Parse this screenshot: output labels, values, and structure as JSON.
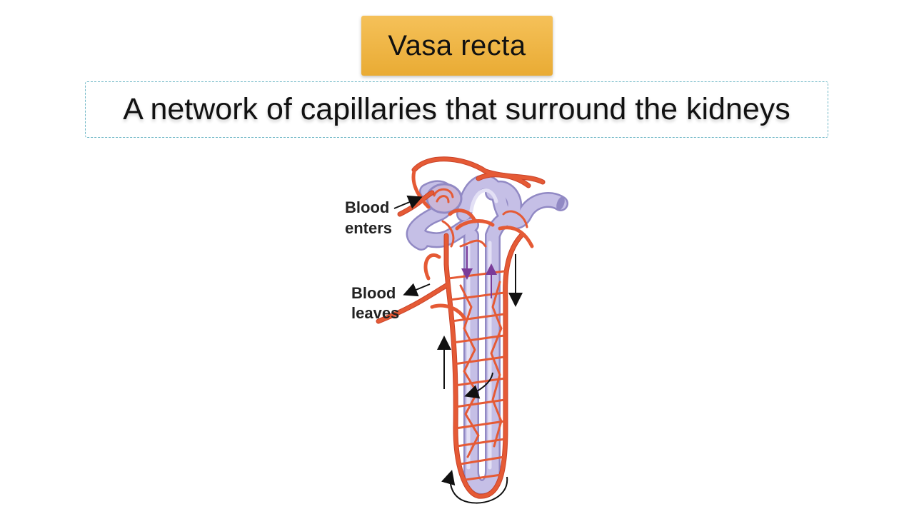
{
  "slide": {
    "title": "Vasa recta",
    "subtitle": "A network of capillaries that surround the kidneys"
  },
  "diagram": {
    "labels": {
      "enters_line1": "Blood",
      "enters_line2": "enters",
      "leaves_line1": "Blood",
      "leaves_line2": "leaves"
    },
    "colors": {
      "capillary": "#e55a35",
      "capillary_dark": "#c9432a",
      "tubule": "#b7b1dc",
      "tubule_edge": "#9189c4",
      "flow_arrow": "#7a3b99",
      "arrow": "#111111"
    }
  }
}
